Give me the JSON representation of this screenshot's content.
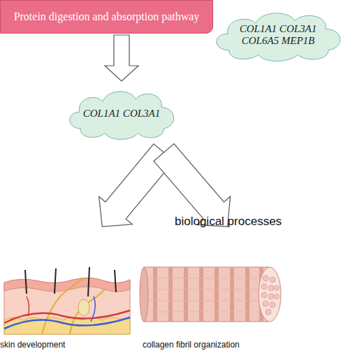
{
  "diagram": {
    "nodes": [
      {
        "text": [
          "Protein digestion and absorption pathway"
        ]
      },
      {
        "text": [
          "COL1A1 COL3A1 COL6A5 MEP1B"
        ]
      },
      {
        "text": [
          "COL1A1 COL3A1"
        ]
      },
      {
        "text": [
          "skin development"
        ]
      },
      {
        "text": [
          "collagen fibril organization"
        ]
      }
    ],
    "edges": [
      {
        "from": 0,
        "to": 2,
        "arrow": "to"
      },
      {
        "from": 2,
        "to": 3,
        "arrow": "to"
      },
      {
        "from": 2,
        "to": 4,
        "arrow": "to"
      }
    ],
    "labels": [
      "biological processes"
    ]
  }
}
